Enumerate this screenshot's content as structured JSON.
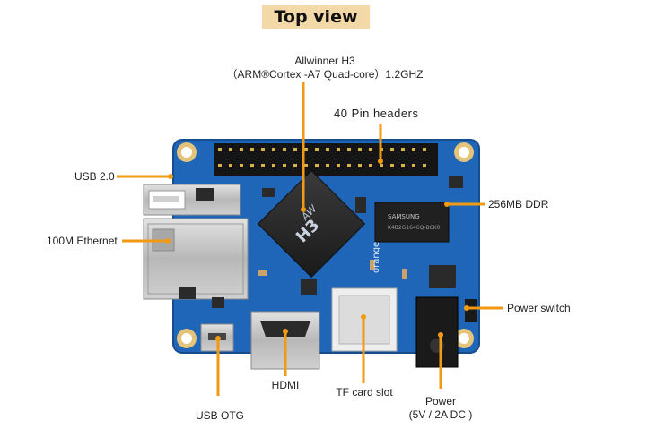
{
  "title": "Top view",
  "labels": {
    "cpu_line1": "Allwinner H3",
    "cpu_line2": "（ARM®Cortex  -A7 Quad-core）1.2GHZ",
    "gpio": "40 Pin headers",
    "usb2": "USB 2.0",
    "ethernet": "100M Ethernet",
    "ddr": "256MB DDR",
    "power_switch": "Power switch",
    "hdmi": "HDMI",
    "tf": "TF card slot",
    "usb_otg": "USB OTG",
    "power_line1": "Power",
    "power_line2": "(5V / 2A DC )"
  },
  "board_markings": {
    "cpu_mark": "H3",
    "ram_mark": "SAMSUNG",
    "brand": "orange"
  },
  "colors": {
    "board": "#1f66b8",
    "accent": "#f29a12",
    "title_bg": "#f3d9a8"
  }
}
